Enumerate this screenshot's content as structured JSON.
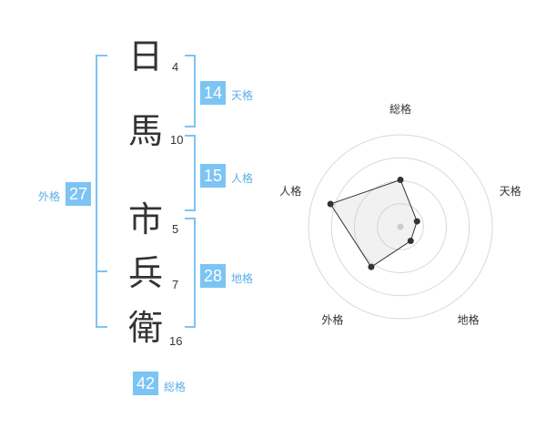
{
  "name": {
    "characters": [
      {
        "char": "日",
        "strokes": "4"
      },
      {
        "char": "馬",
        "strokes": "10"
      },
      {
        "char": "市",
        "strokes": "5"
      },
      {
        "char": "兵",
        "strokes": "7"
      },
      {
        "char": "衛",
        "strokes": "16"
      }
    ]
  },
  "fortunes": {
    "tenkaku": {
      "value": "14",
      "label": "天格"
    },
    "jinkaku": {
      "value": "15",
      "label": "人格"
    },
    "chikaku": {
      "value": "28",
      "label": "地格"
    },
    "gaikaku": {
      "value": "27",
      "label": "外格"
    },
    "soukaku": {
      "value": "42",
      "label": "総格"
    }
  },
  "radar": {
    "axes": [
      "総格",
      "天格",
      "地格",
      "外格",
      "人格"
    ],
    "values": [
      0.51,
      0.19,
      0.19,
      0.54,
      0.8
    ],
    "max": 1
  },
  "colors": {
    "accent": "#7cc4f4",
    "accent_text": "#5aaee8"
  }
}
